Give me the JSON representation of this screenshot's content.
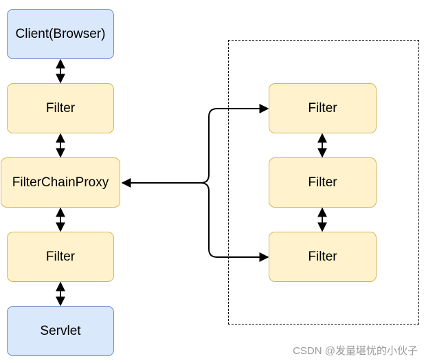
{
  "diagram": {
    "nodes": {
      "client": "Client(Browser)",
      "filter_top": "Filter",
      "filter_chain_proxy": "FilterChainProxy",
      "filter_bottom": "Filter",
      "servlet": "Servlet",
      "chain_filter_1": "Filter",
      "chain_filter_2": "Filter",
      "chain_filter_3": "Filter"
    },
    "colors": {
      "blue_fill": "#dae8fc",
      "blue_border": "#6c8ebf",
      "yellow_fill": "#fff2cc",
      "yellow_border": "#d6b656",
      "edge": "#000000"
    }
  },
  "watermark": "CSDN @发量堪忧的小伙子"
}
